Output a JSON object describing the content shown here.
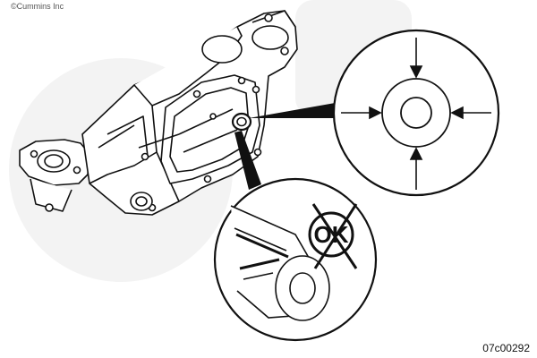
{
  "copyright": "©Cummins Inc",
  "figure_id": "07c00292",
  "watermark": "Cummins",
  "callouts": {
    "gauge_inspection": "Press-fit inspection of bushing",
    "ok_mark": "OK"
  },
  "colors": {
    "line": "#111111",
    "watermark": "#ececec",
    "background": "#ffffff"
  }
}
